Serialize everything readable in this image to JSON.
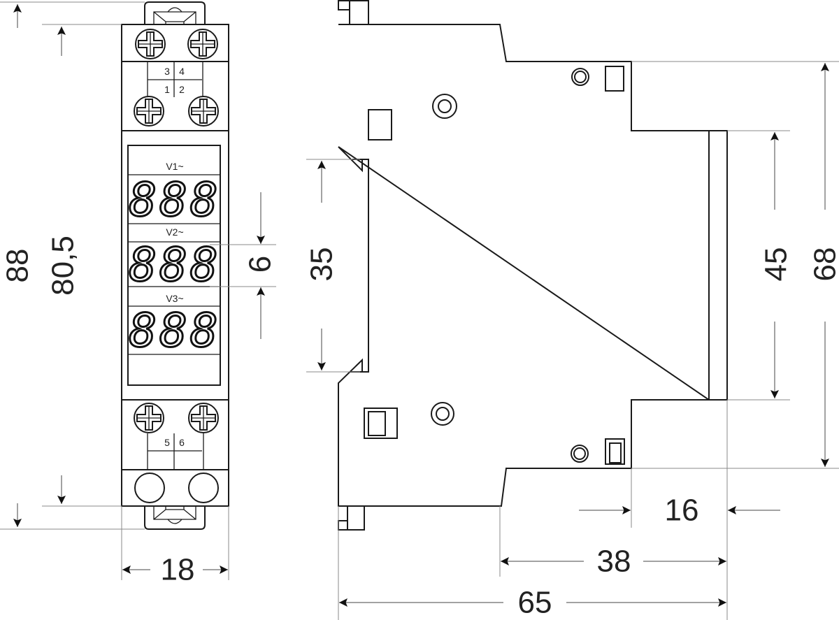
{
  "front_view": {
    "terminal_labels_top": [
      "3",
      "4",
      "1",
      "2"
    ],
    "terminal_labels_bottom": [
      "5",
      "6"
    ],
    "displays": [
      {
        "label": "V1~",
        "readout": "888"
      },
      {
        "label": "V2~",
        "readout": "888"
      },
      {
        "label": "V3~",
        "readout": "888"
      }
    ]
  },
  "dimensions": {
    "total_height": "88",
    "body_height": "80,5",
    "width": "18",
    "digit_height": "6",
    "din_rail": "35",
    "front_height": "45",
    "shoulder_height": "68",
    "front_depth": "16",
    "shoulder_depth": "38",
    "total_depth": "65"
  }
}
